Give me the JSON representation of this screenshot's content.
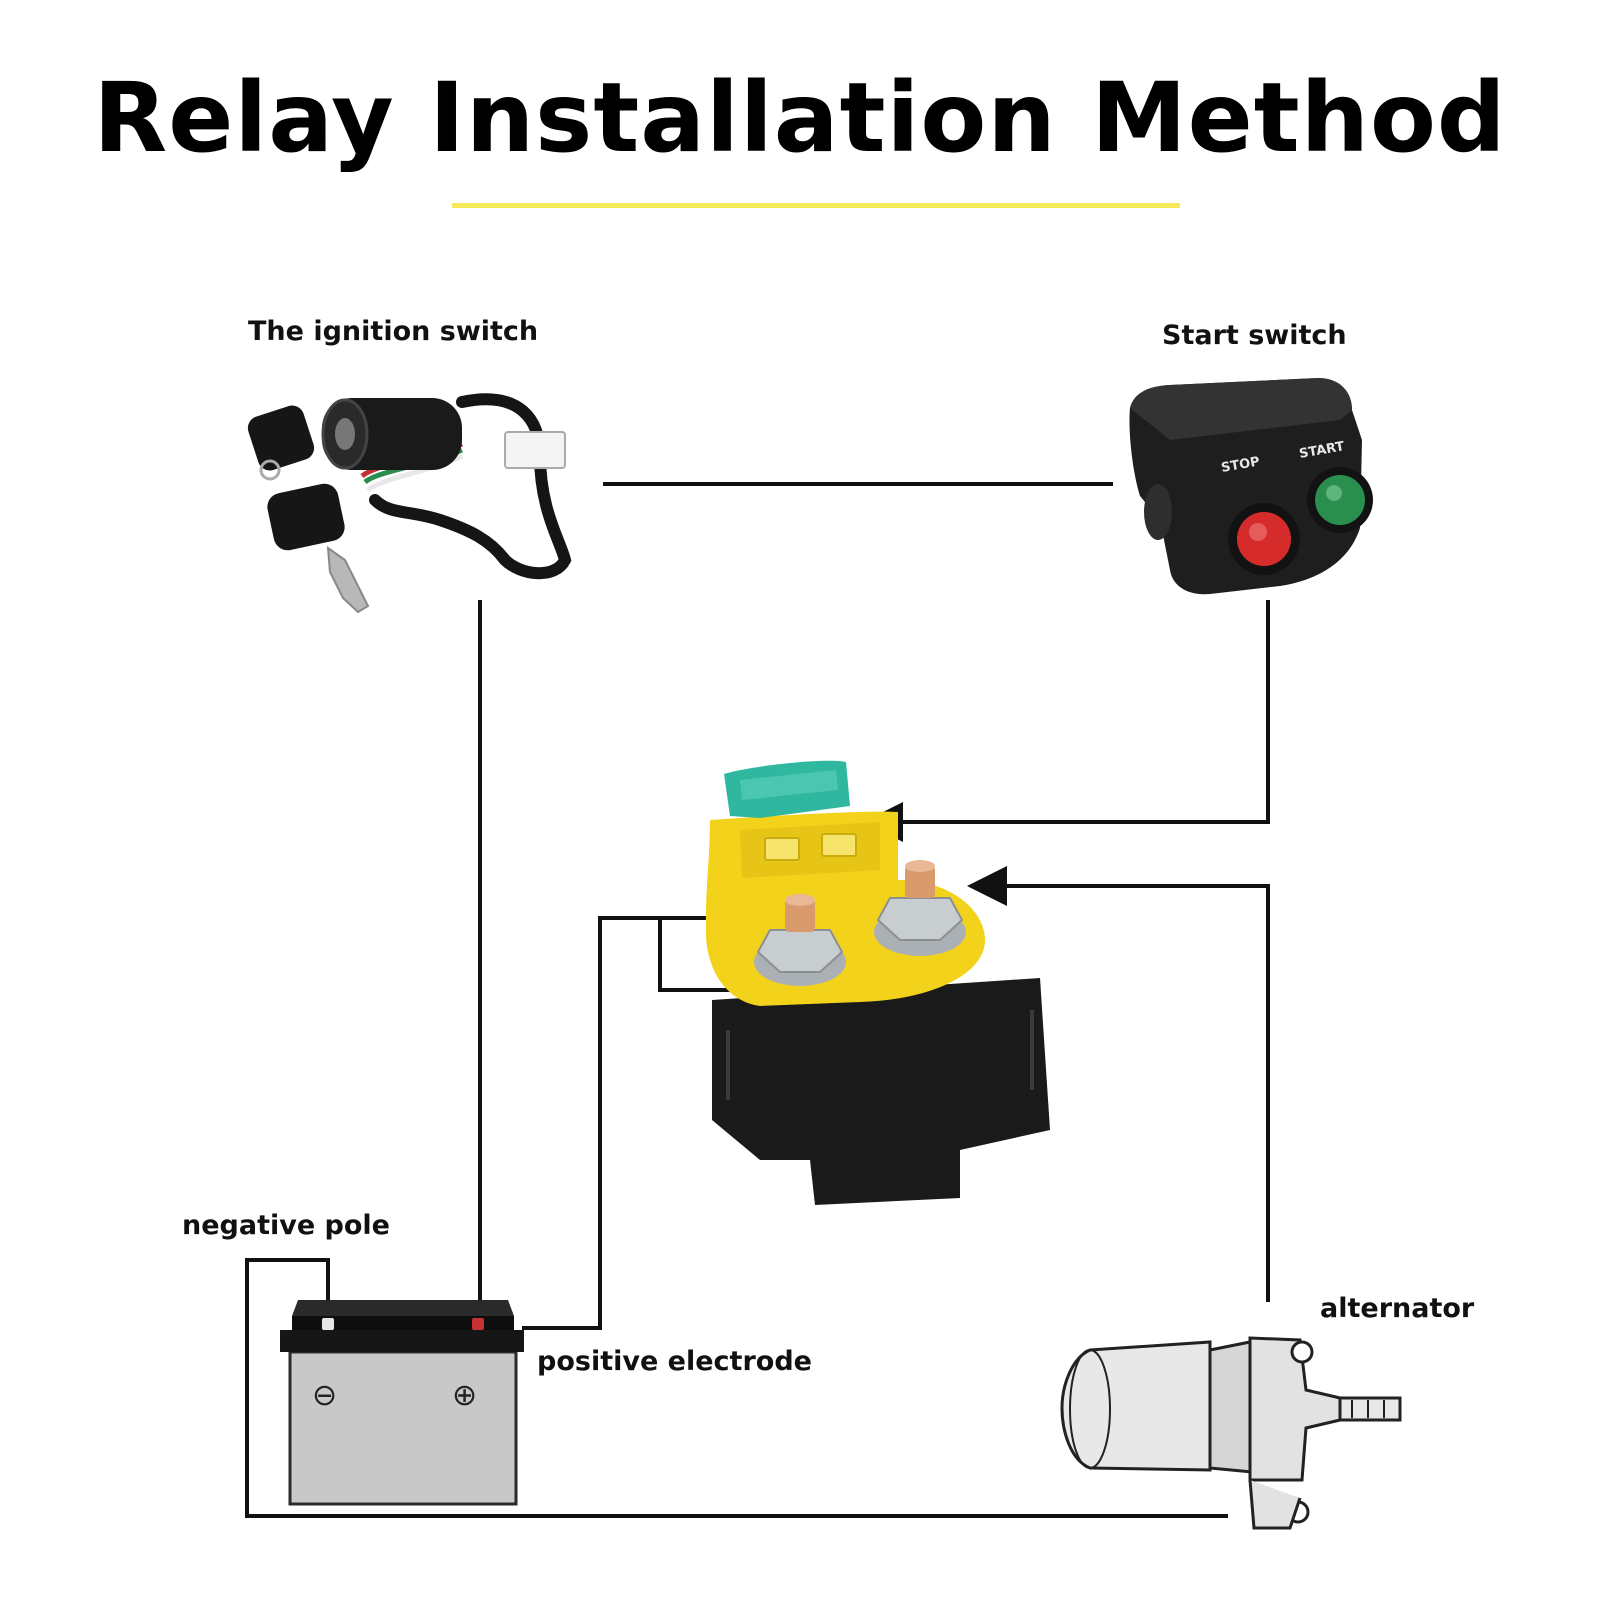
{
  "title": "Relay Installation Method",
  "colors": {
    "title_underline": "#f4ea5a",
    "relay_body": "#f2d21b",
    "fuse": "#2fb7a0",
    "start_button": "#2a8f4e",
    "stop_button": "#d62b2b",
    "wire": "#111111"
  },
  "labels": {
    "ignition_switch": "The ignition switch",
    "start_switch": "Start switch",
    "negative_pole": "negative pole",
    "positive_electrode": "positive electrode",
    "alternator": "alternator"
  },
  "start_switch": {
    "stop_text": "STOP",
    "start_text": "START"
  },
  "battery": {
    "minus_sign": "⊖",
    "plus_sign": "⊕"
  },
  "icons": [
    "ignition-switch-icon",
    "start-switch-icon",
    "relay-icon",
    "battery-icon",
    "alternator-icon"
  ]
}
